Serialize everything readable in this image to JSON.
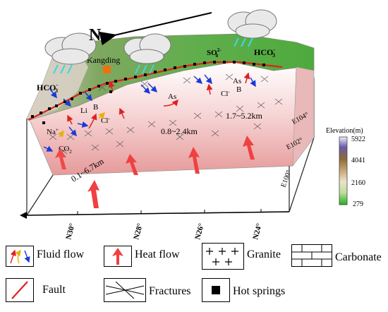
{
  "north_label": "N",
  "places": {
    "town": "Kangding"
  },
  "chemistry": {
    "hco3_left": "HCO",
    "hco3_right": "HCO",
    "so4": "SO",
    "na": "Na",
    "li": "Li",
    "b_left": "B",
    "cl_left": "Cl",
    "co2": "CO",
    "as_mid": "As",
    "as_right": "As",
    "cl_right": "Cl",
    "b_right": "B"
  },
  "depths": {
    "d1": "0.1~6.7km",
    "d2": "0.8~2.4km",
    "d3": "1.7~5.2km"
  },
  "longitude_labels": [
    "E104°",
    "E102°",
    "E100°"
  ],
  "latitude_labels": [
    "N30°",
    "N28°",
    "N26°",
    "N24°"
  ],
  "elevation_scale": {
    "title": "Elevation(m)",
    "ticks": [
      "5922",
      "4041",
      "2160",
      "279"
    ],
    "colors": [
      "#e8e8f8",
      "#6a5aa8",
      "#8a6a3a",
      "#c9a877",
      "#e8dcc0",
      "#d0e6a0",
      "#22b022"
    ]
  },
  "legend": {
    "fluid_flow": "Fluid flow",
    "heat_flow": "Heat flow",
    "granite": "Granite",
    "carbonate": "Carbonate",
    "fault": "Fault",
    "fractures": "Fractures",
    "hot_springs": "Hot springs"
  },
  "colors": {
    "fault": "#e0201a",
    "heat_arrow": "#f04040",
    "fluid_red": "#e02020",
    "fluid_blue": "#1a3ad8",
    "fluid_yellow": "#e8b000",
    "spring_flow": "#3fd6e0",
    "town_marker": "#f07010"
  }
}
